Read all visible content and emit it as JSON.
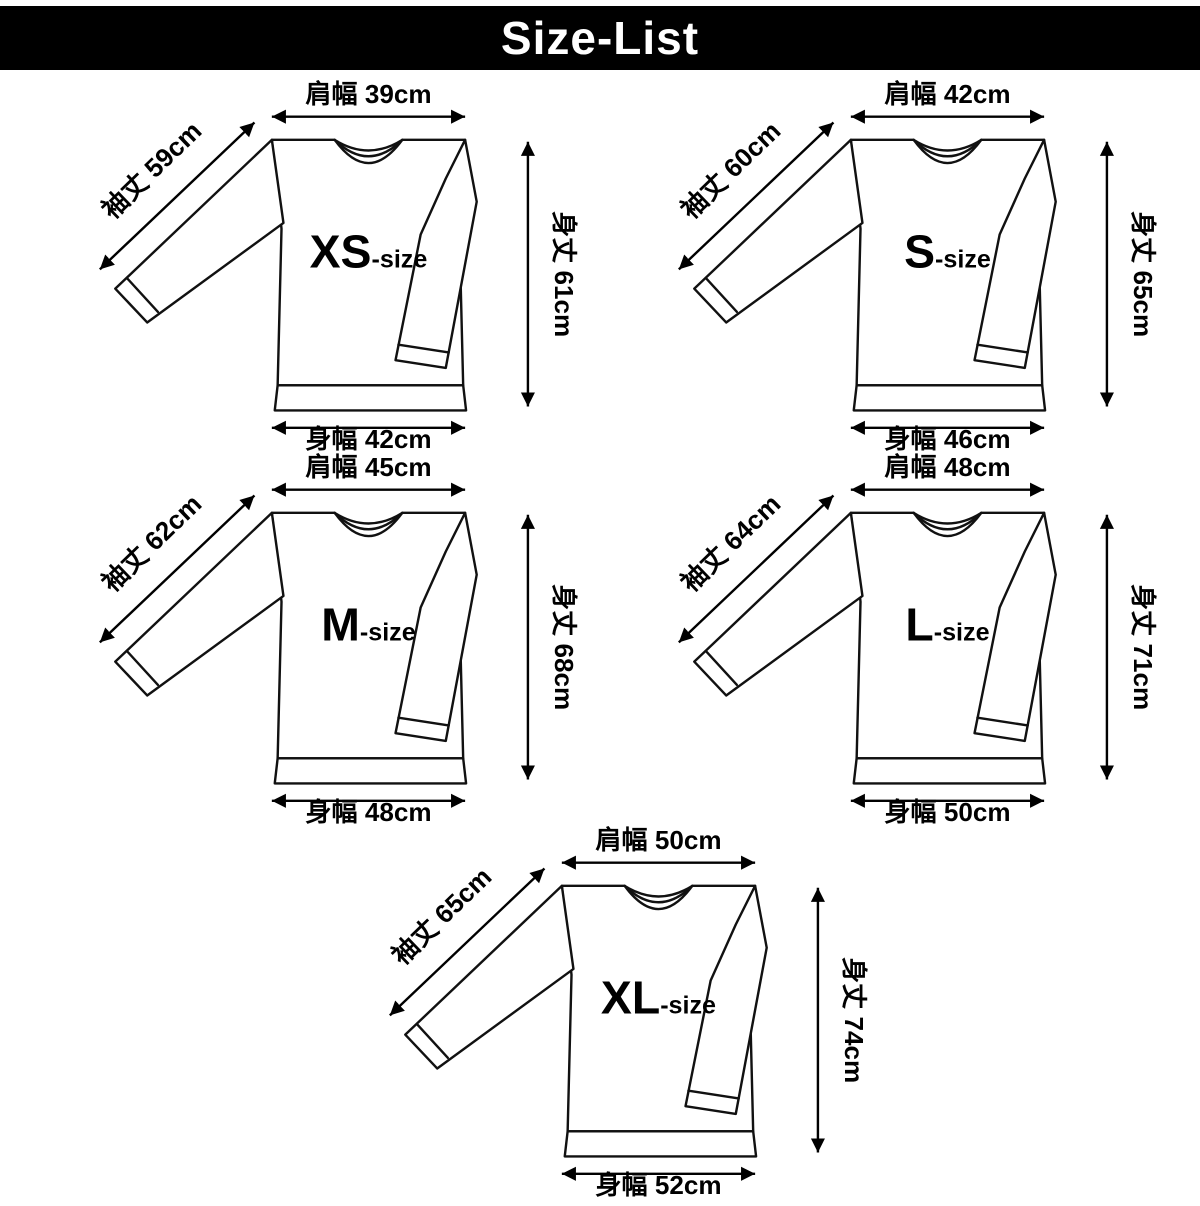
{
  "header": {
    "title": "Size-List"
  },
  "labels": {
    "shoulder": "肩幅",
    "sleeve": "袖丈",
    "length": "身丈",
    "width": "身幅",
    "unit": "cm"
  },
  "colors": {
    "header_bg": "#000000",
    "line": "#111111",
    "background": "#ffffff",
    "text": "#000000"
  },
  "sizes": [
    {
      "name": "XS",
      "suffix": "-size",
      "shoulder_text": "肩幅 39cm",
      "sleeve_text": "袖丈 59cm",
      "length_text": "身丈 61cm",
      "width_text": "身幅 42cm",
      "measurements_cm": {
        "shoulder": 39,
        "sleeve": 59,
        "length": 61,
        "width": 42
      }
    },
    {
      "name": "S",
      "suffix": "-size",
      "shoulder_text": "肩幅 42cm",
      "sleeve_text": "袖丈 60cm",
      "length_text": "身丈 65cm",
      "width_text": "身幅 46cm",
      "measurements_cm": {
        "shoulder": 42,
        "sleeve": 60,
        "length": 65,
        "width": 46
      }
    },
    {
      "name": "M",
      "suffix": "-size",
      "shoulder_text": "肩幅 45cm",
      "sleeve_text": "袖丈 62cm",
      "length_text": "身丈 68cm",
      "width_text": "身幅 48cm",
      "measurements_cm": {
        "shoulder": 45,
        "sleeve": 62,
        "length": 68,
        "width": 48
      }
    },
    {
      "name": "L",
      "suffix": "-size",
      "shoulder_text": "肩幅 48cm",
      "sleeve_text": "袖丈 64cm",
      "length_text": "身丈 71cm",
      "width_text": "身幅 50cm",
      "measurements_cm": {
        "shoulder": 48,
        "sleeve": 64,
        "length": 71,
        "width": 50
      }
    },
    {
      "name": "XL",
      "suffix": "-size",
      "shoulder_text": "肩幅 50cm",
      "sleeve_text": "袖丈 65cm",
      "length_text": "身丈 74cm",
      "width_text": "身幅 52cm",
      "measurements_cm": {
        "shoulder": 50,
        "sleeve": 65,
        "length": 74,
        "width": 52
      }
    }
  ]
}
